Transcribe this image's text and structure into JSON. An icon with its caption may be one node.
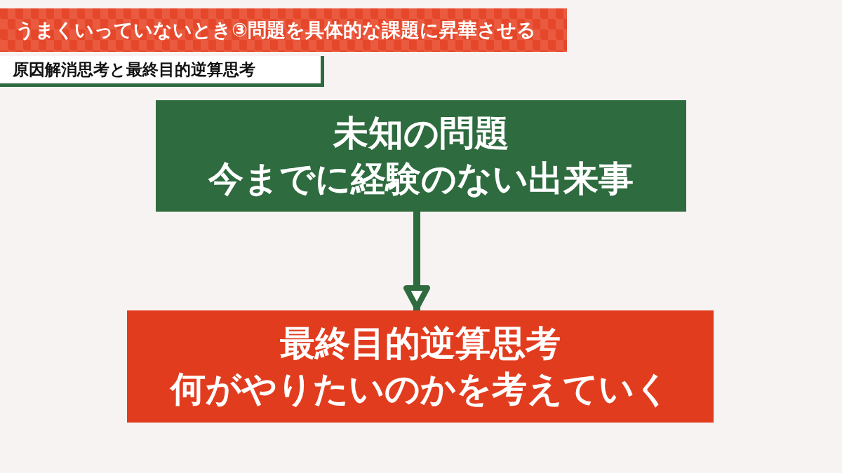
{
  "diagram": {
    "title": "うまくいっていないとき③問題を具体的な課題に昇華させる",
    "nodes": [
      {
        "text": [
          "未知の問題",
          "今までに経験のない出来事"
        ]
      },
      {
        "text": [
          "最終目的逆算思考",
          "何がやりたいのかを考えていく"
        ]
      }
    ],
    "edges": [
      {
        "from": 0,
        "to": 1,
        "arrow": "to"
      }
    ],
    "labels": [
      "原因解消思考と最終目的逆算思考"
    ]
  }
}
